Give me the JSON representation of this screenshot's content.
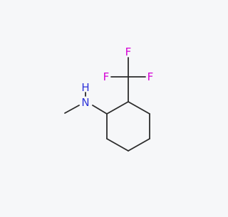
{
  "molecule": {
    "atoms": {
      "n": "N",
      "h": "H",
      "f1": "F",
      "f2": "F",
      "f3": "F"
    },
    "colors": {
      "bond": "#2b2b2b",
      "nitrogen": "#2d33d9",
      "fluorine": "#d400d4",
      "background": "#f6f7f9"
    }
  }
}
